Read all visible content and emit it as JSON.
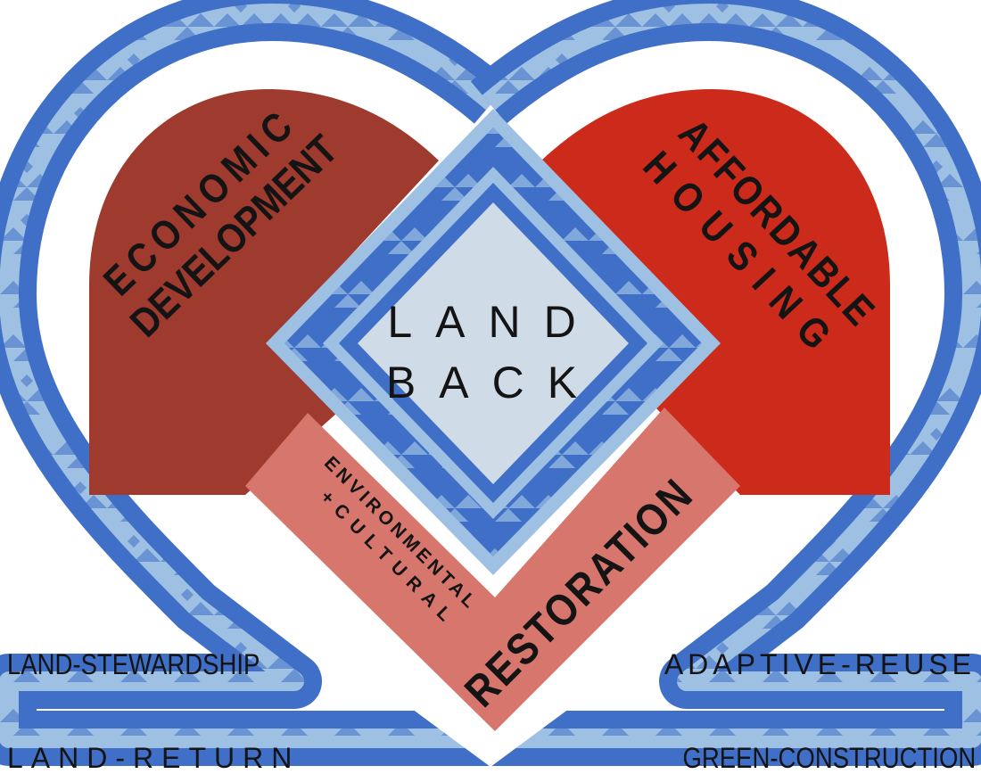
{
  "center": {
    "line1": "LAND",
    "line2": "BACK"
  },
  "lobes": {
    "left": {
      "line1": "ECONOMIC",
      "line2": "DEVELOPMENT"
    },
    "right": {
      "line1": "AFFORDABLE",
      "line2": "HOUSING"
    }
  },
  "bottom_band": {
    "small_line1": "ENVIRONMENTAL",
    "small_line2": "+CULTURAL",
    "large": "RESTORATION"
  },
  "corners": {
    "top_left": "LAND-STEWARDSHIP",
    "bottom_left": "LAND-RETURN",
    "top_right": "ADAPTIVE-REUSE",
    "bottom_right": "GREEN-CONSTRUCTION"
  },
  "colors": {
    "dark_blue": "#3f6fc6",
    "light_blue": "#9dc0e3",
    "lobe_left": "#9e3a2e",
    "lobe_right": "#cc2a1a",
    "band": "#d6766c",
    "center": "#cfdce8",
    "text": "#141414"
  }
}
